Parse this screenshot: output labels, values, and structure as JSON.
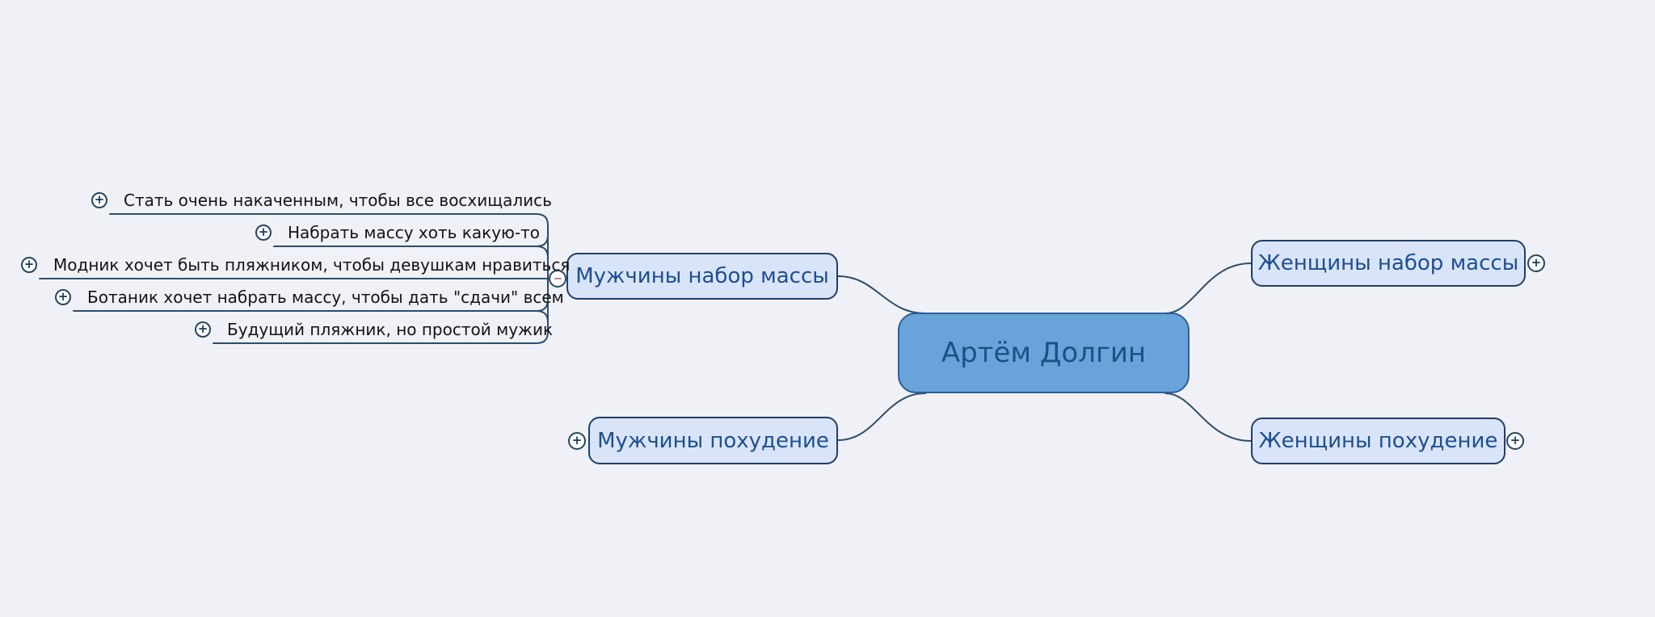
{
  "canvas": {
    "background_color": "#f0f1f6",
    "connector_color": "#2d4d6b"
  },
  "map": {
    "root": {
      "label": "Артём Долгин",
      "fill_color": "#68a4d9",
      "border_color": "#2d5e97",
      "text_color": "#1d5186"
    },
    "branches": [
      {
        "id": "men-mass-gain",
        "label": "Мужчины набор массы",
        "side": "left",
        "toggle": "collapse"
      },
      {
        "id": "men-weight-loss",
        "label": "Мужчины похудение",
        "side": "left",
        "toggle": "expand"
      },
      {
        "id": "women-mass-gain",
        "label": "Женщины набор массы",
        "side": "right",
        "toggle": "expand"
      },
      {
        "id": "women-weight-loss",
        "label": "Женщины похудение",
        "side": "right",
        "toggle": "expand"
      }
    ],
    "branch_style": {
      "fill_color": "#d9e4f9",
      "border_color": "#1f3f66",
      "text_color": "#1d4f8f"
    },
    "subtopics": [
      {
        "label": "Стать очень накаченным, чтобы все восхищались",
        "toggle": "expand"
      },
      {
        "label": "Набрать массу хоть какую-то",
        "toggle": "expand"
      },
      {
        "label": "Модник хочет быть пляжником, чтобы девушкам нравиться",
        "toggle": "expand"
      },
      {
        "label": "Ботаник хочет набрать массу, чтобы дать \"сдачи\" всем",
        "toggle": "expand"
      },
      {
        "label": "Будущий пляжник, но простой мужик",
        "toggle": "expand"
      }
    ],
    "subtopic_text_color": "#141414"
  },
  "icons": {
    "expand_glyph": "+",
    "collapse_minus_color": "#c4848f"
  }
}
